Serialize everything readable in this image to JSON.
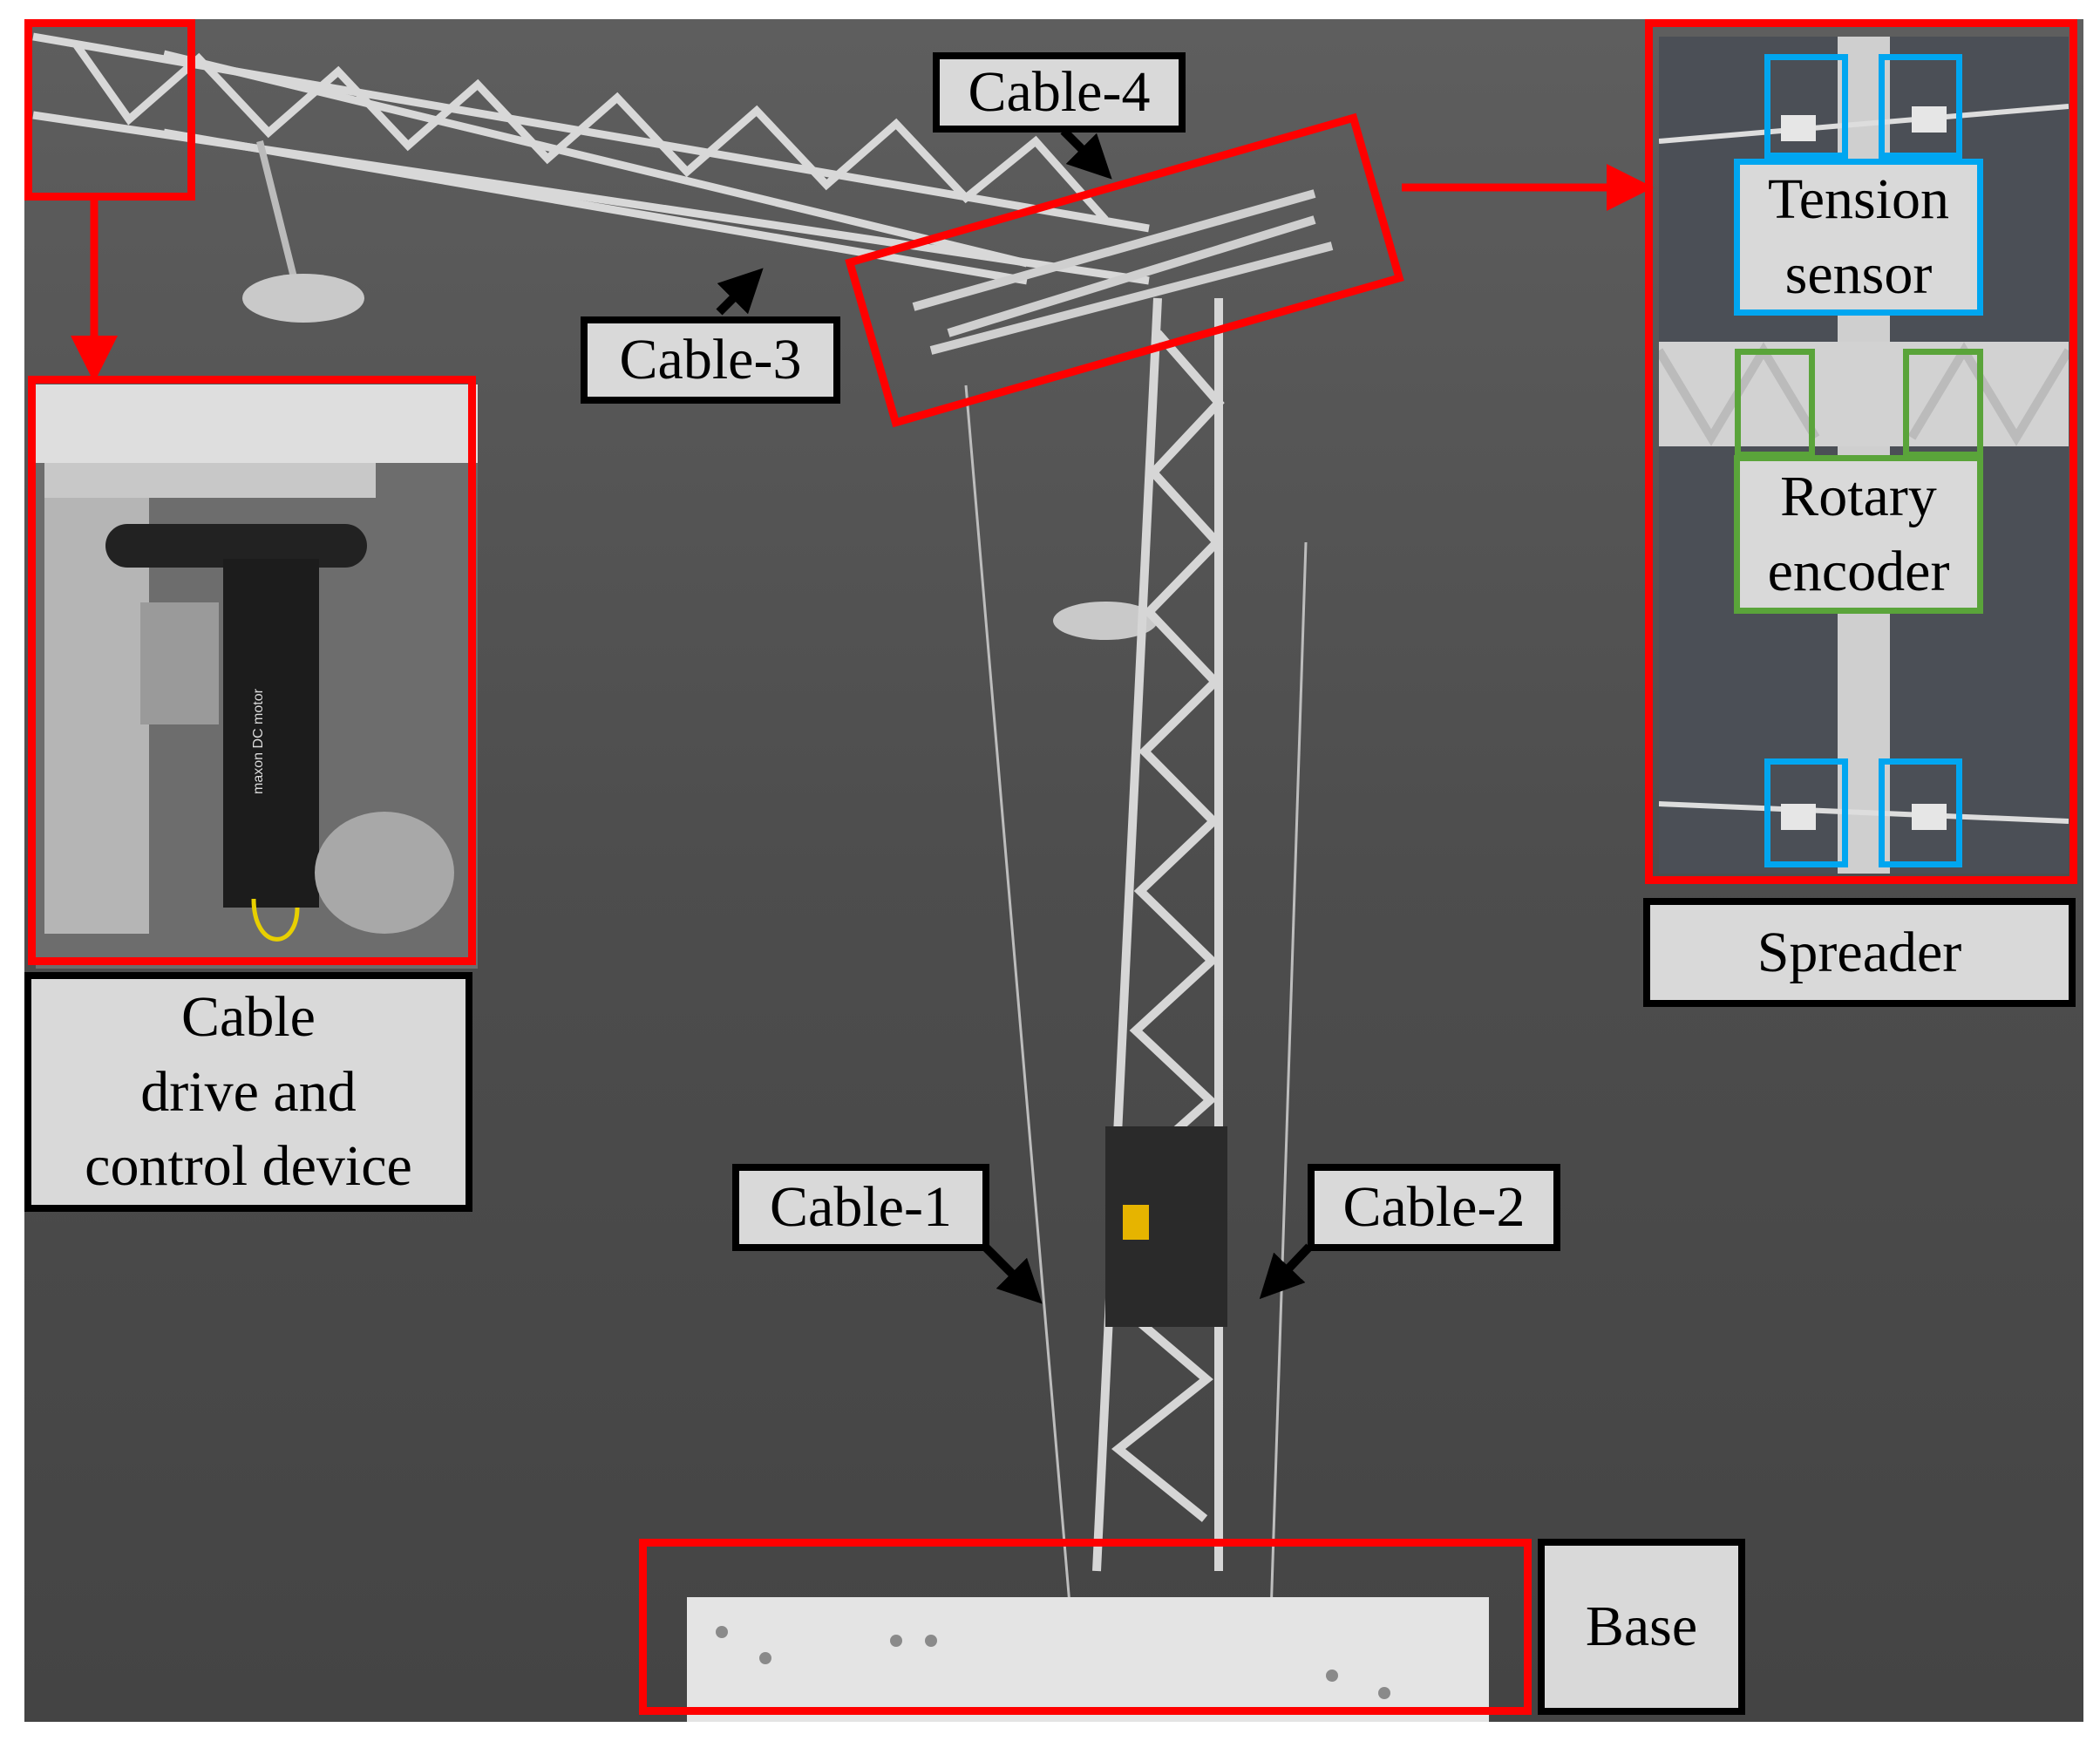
{
  "labels": {
    "cable4": "Cable-4",
    "cable3": "Cable-3",
    "cable1": "Cable-1",
    "cable2": "Cable-2",
    "drive_line1": "Cable",
    "drive_line2": "drive and",
    "drive_line3": "control device",
    "tension_line1": "Tension",
    "tension_line2": "sensor",
    "rotary_line1": "Rotary",
    "rotary_line2": "encoder",
    "spreader": "Spreader",
    "base": "Base",
    "motor_text": "maxon DC motor"
  },
  "colors": {
    "highlight_red": "#ff0000",
    "sensor_blue": "#00a6f0",
    "encoder_green": "#5aa43a",
    "label_bg": "#d9d9d9"
  }
}
